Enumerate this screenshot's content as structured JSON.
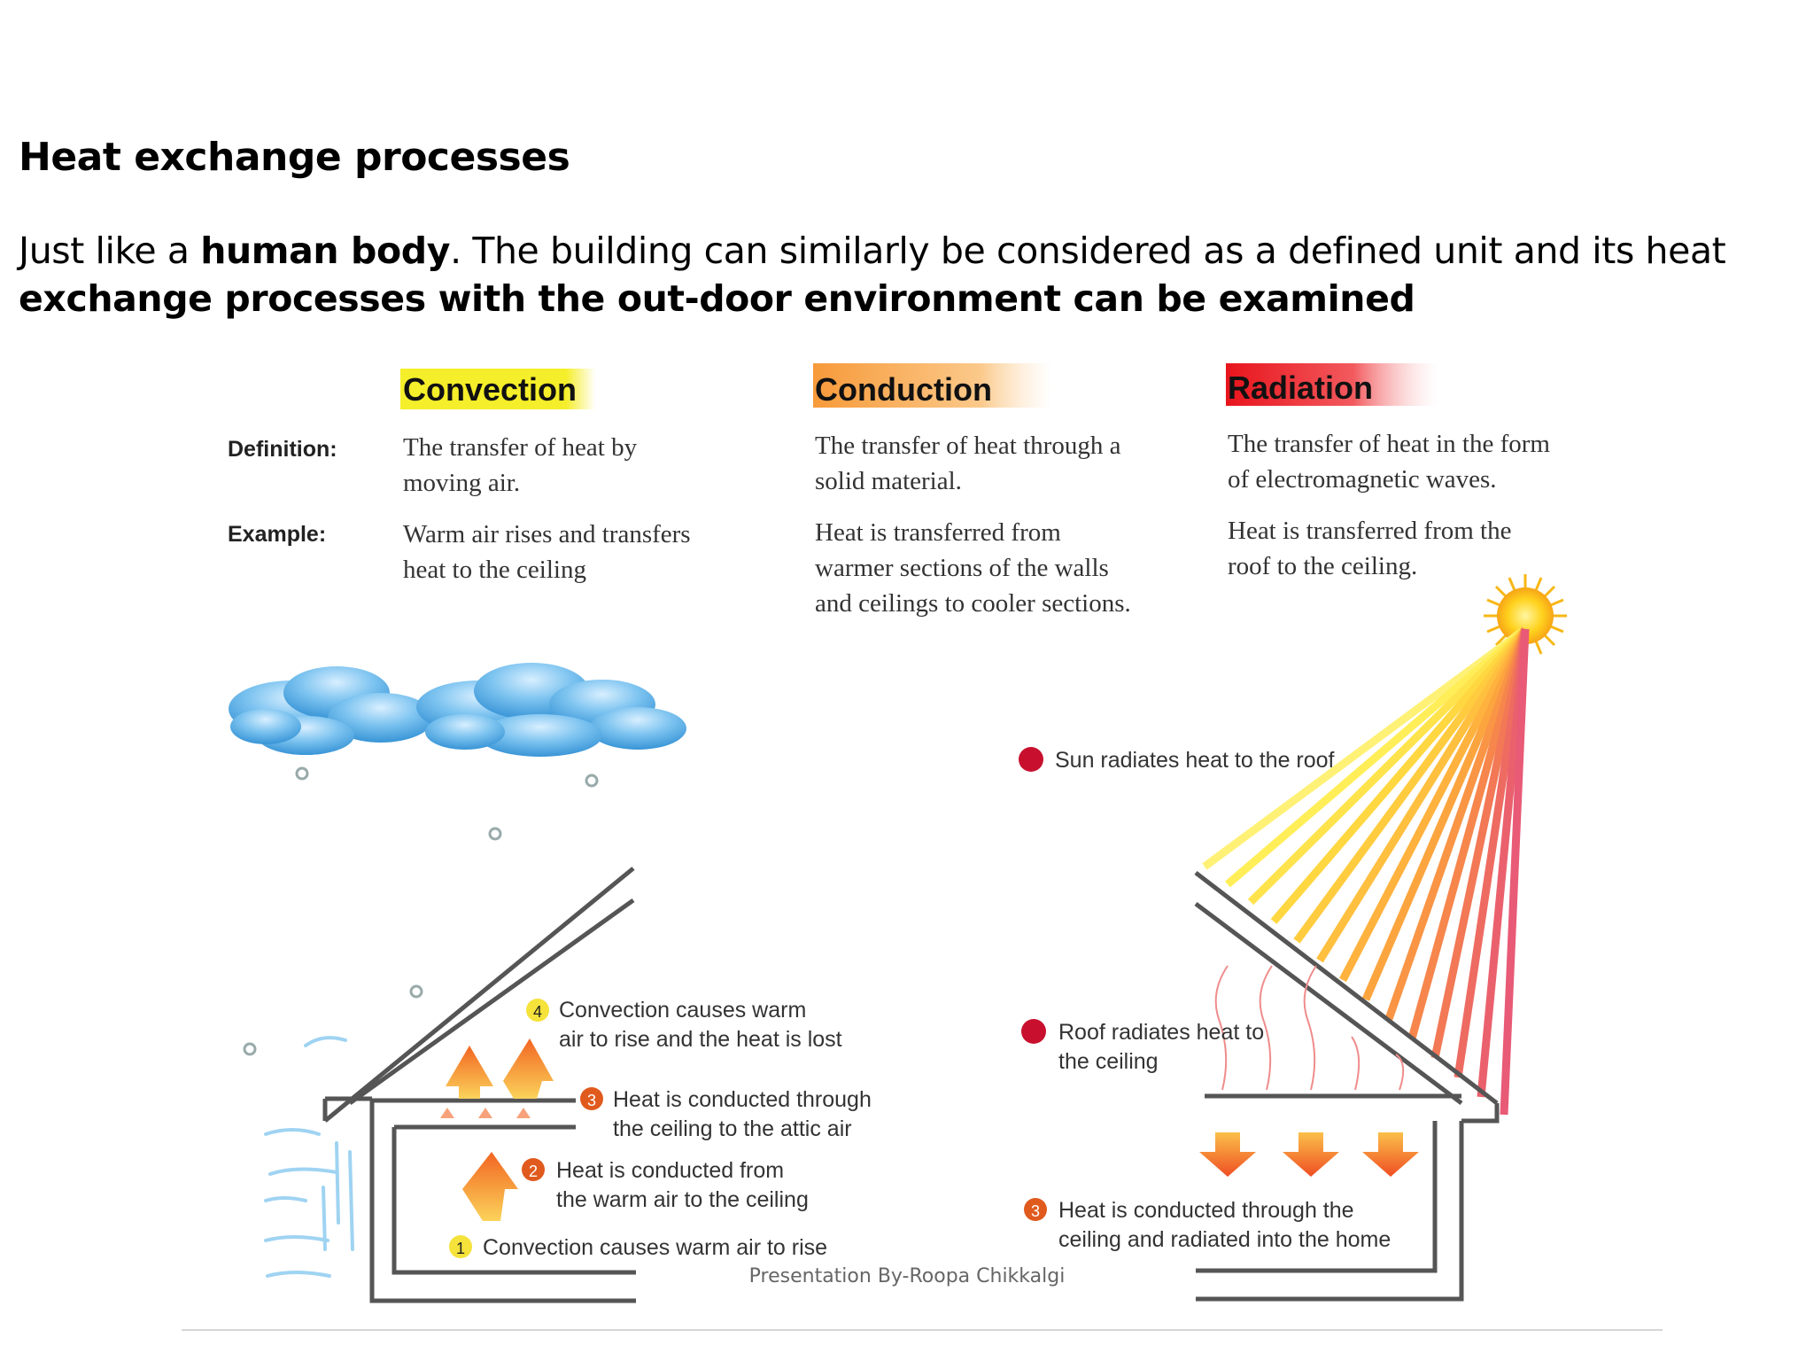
{
  "title": "Heat exchange processes",
  "intro": {
    "part1": "Just like a ",
    "bold1": "human body",
    "part2": ". The building can similarly be considered as a defined unit and its heat ",
    "bold2": "exchange processes with the out-door environment can be examined"
  },
  "diagram": {
    "row_labels": {
      "definition": "Definition:",
      "example": "Example:"
    },
    "columns": [
      {
        "heading": "Convection",
        "highlight": "#f5ee2a",
        "definition": [
          "The transfer of heat by",
          "moving air."
        ],
        "example": [
          "Warm air rises and transfers",
          "heat to the ceiling"
        ]
      },
      {
        "heading": "Conduction",
        "highlight": "#f79a3a",
        "definition": [
          "The transfer of heat through a",
          "solid material."
        ],
        "example": [
          "Heat is transferred from",
          "warmer sections of the walls",
          "and ceilings to cooler sections."
        ]
      },
      {
        "heading": "Radiation",
        "highlight": "#e8141c",
        "definition": [
          "The transfer of heat in the form",
          "of electromagnetic waves."
        ],
        "example": [
          "Heat is transferred from the",
          "roof to the ceiling."
        ]
      }
    ],
    "convection_steps": [
      {
        "number": "1",
        "lines": [
          "Convection causes warm air to rise"
        ]
      },
      {
        "number": "2",
        "lines": [
          "Heat is conducted from",
          "the warm air to the ceiling"
        ]
      },
      {
        "number": "3",
        "lines": [
          "Heat is conducted through",
          "the ceiling to the attic air"
        ]
      },
      {
        "number": "4",
        "lines": [
          "Convection causes warm",
          "air to rise and the heat is lost"
        ]
      }
    ],
    "radiation_steps": [
      {
        "lines": [
          "Sun radiates heat to the roof"
        ]
      },
      {
        "lines": [
          "Roof radiates heat to",
          "the ceiling"
        ]
      },
      {
        "number": "3",
        "lines": [
          "Heat is conducted through the",
          "ceiling and radiated into the home"
        ]
      }
    ],
    "colors": {
      "sun": "#ffcc00",
      "arrow": "#f7941d",
      "bullet_red": "#c8102e",
      "bullet_yellow": "#f5e23a",
      "bullet_orange": "#e05a1e",
      "cloud": "#4aa3e0",
      "line": "#555555"
    }
  },
  "footer": "Presentation By-Roopa Chikkalgi"
}
